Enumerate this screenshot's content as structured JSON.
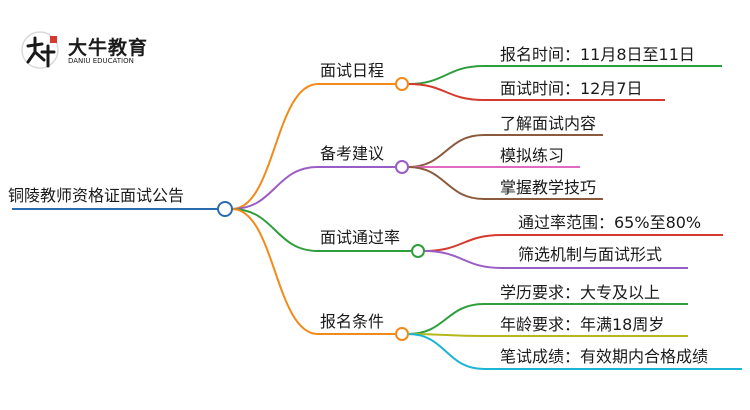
{
  "logo": {
    "glyph": "大牛",
    "name": "大牛教育",
    "name_en": "DANIU EDUCATION"
  },
  "root": {
    "label": "铜陵教师资格证面试公告",
    "color": "#2b6cb0"
  },
  "branches": [
    {
      "id": "b1",
      "label": "面试日程",
      "color": "#f28a1a",
      "children": [
        {
          "id": "b1c1",
          "label": "报名时间：11月8日至11日",
          "color": "#2e9e3b"
        },
        {
          "id": "b1c2",
          "label": "面试时间：12月7日",
          "color": "#d43a2e"
        }
      ]
    },
    {
      "id": "b2",
      "label": "备考建议",
      "color": "#9a5cc6",
      "children": [
        {
          "id": "b2c1",
          "label": "了解面试内容",
          "color": "#8b5a3c"
        },
        {
          "id": "b2c2",
          "label": "模拟练习",
          "color": "#e06ac0"
        },
        {
          "id": "b2c3",
          "label": "掌握教学技巧",
          "color": "#8b5a3c"
        }
      ]
    },
    {
      "id": "b3",
      "label": "面试通过率",
      "color": "#2e9e3b",
      "children": [
        {
          "id": "b3c1",
          "label": "通过率范围：65%至80%",
          "color": "#d43a2e"
        },
        {
          "id": "b3c2",
          "label": "筛选机制与面试形式",
          "color": "#9a5cc6"
        }
      ]
    },
    {
      "id": "b4",
      "label": "报名条件",
      "color": "#f28a1a",
      "children": [
        {
          "id": "b4c1",
          "label": "学历要求：大专及以上",
          "color": "#2e9e3b"
        },
        {
          "id": "b4c2",
          "label": "年龄要求：年满18周岁",
          "color": "#b5b81c"
        },
        {
          "id": "b4c3",
          "label": "笔试成绩：有效期内合格成绩",
          "color": "#1bb5d6"
        }
      ]
    }
  ]
}
